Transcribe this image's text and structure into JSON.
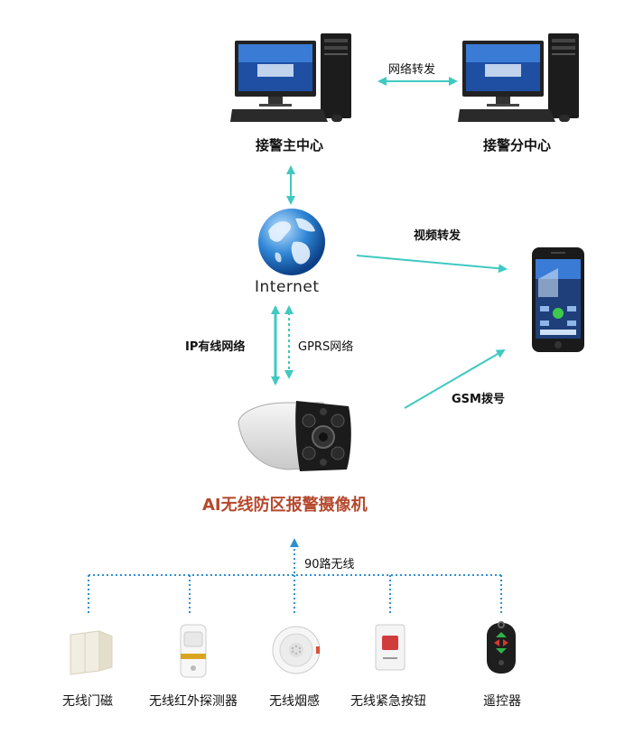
{
  "centers": {
    "main_label": "接警主中心",
    "branch_label": "接警分中心",
    "forward_label": "网络转发"
  },
  "network": {
    "internet_label": "Internet",
    "ip_label": "IP有线网络",
    "gprs_label": "GPRS网络",
    "video_label": "视频转发",
    "gsm_label": "GSM拨号"
  },
  "camera": {
    "title": "AI无线防区报警摄像机"
  },
  "wireless": {
    "label": "90路无线"
  },
  "devices": [
    {
      "label": "无线门磁",
      "icon": "door-sensor-icon"
    },
    {
      "label": "无线红外探测器",
      "icon": "infrared-detector-icon"
    },
    {
      "label": "无线烟感",
      "icon": "smoke-detector-icon"
    },
    {
      "label": "无线紧急按钮",
      "icon": "emergency-button-icon"
    },
    {
      "label": "遥控器",
      "icon": "remote-control-icon"
    }
  ],
  "colors": {
    "arrow": "#3ec9c1",
    "title": "#b5492d",
    "dotted": "#2f8fcf"
  }
}
